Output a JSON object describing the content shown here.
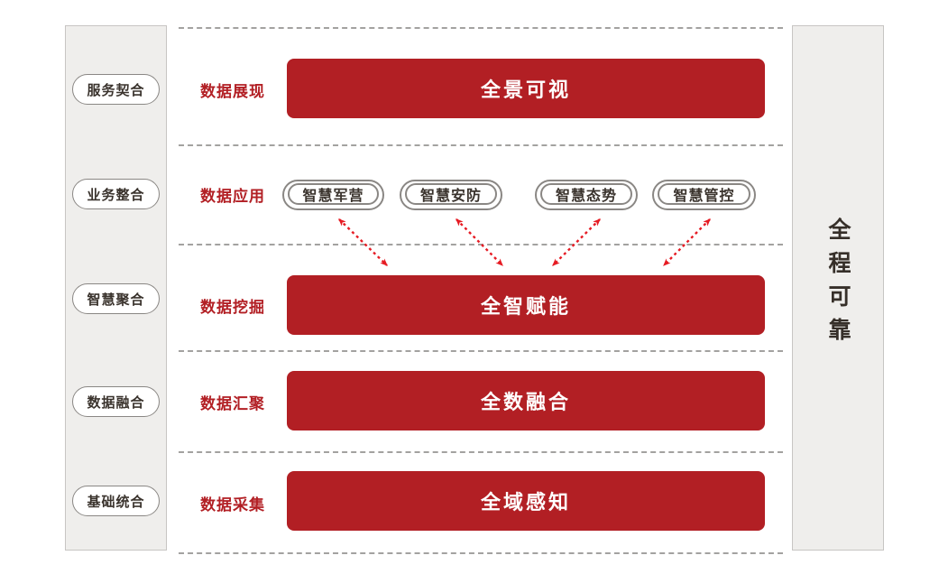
{
  "left_sidebar": {
    "items": [
      "服务契合",
      "业务整合",
      "智慧聚合",
      "数据融合",
      "基础统合"
    ]
  },
  "layers": [
    {
      "label": "数据展现",
      "bar": "全景可视"
    },
    {
      "label": "数据应用",
      "apps": [
        "智慧军营",
        "智慧安防",
        "智慧态势",
        "智慧管控"
      ]
    },
    {
      "label": "数据挖掘",
      "bar": "全智赋能"
    },
    {
      "label": "数据汇聚",
      "bar": "全数融合"
    },
    {
      "label": "数据采集",
      "bar": "全域感知"
    }
  ],
  "right_sidebar": {
    "label": "全程可靠"
  },
  "colors": {
    "bar_red": "#b21f24",
    "label_red": "#b21f24",
    "arrow_red": "#e61b23",
    "panel_bg": "#efeeec",
    "panel_border": "#c7c5c3",
    "pill_border": "#8a8784",
    "dash_gray": "#a3a2a0",
    "dark_text": "#3a332d"
  }
}
